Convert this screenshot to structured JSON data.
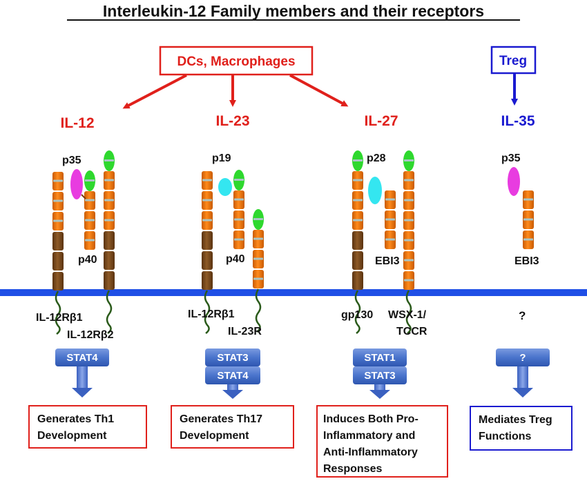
{
  "title": "Interleukin-12 Family members and their receptors",
  "sources": {
    "dc_macrophages": "DCs, Macrophages",
    "treg": "Treg"
  },
  "families": [
    {
      "name": "IL-12",
      "subunits": [
        "p35",
        "p40"
      ],
      "receptors": [
        "IL-12Rβ1",
        "IL-12Rβ2"
      ],
      "stats": [
        "STAT4"
      ],
      "outcome": [
        "Generates Th1",
        "Development"
      ]
    },
    {
      "name": "IL-23",
      "subunits": [
        "p19",
        "p40"
      ],
      "receptors": [
        "IL-12Rβ1",
        "IL-23R"
      ],
      "stats": [
        "STAT3",
        "STAT4"
      ],
      "outcome": [
        "Generates Th17",
        "Development"
      ]
    },
    {
      "name": "IL-27",
      "subunits": [
        "p28",
        "EBI3"
      ],
      "receptors": [
        "gp130",
        "WSX-1/",
        "TCCR"
      ],
      "stats": [
        "STAT1",
        "STAT3"
      ],
      "outcome": [
        "Induces Both Pro-",
        "Inflammatory and",
        "Anti-Inflammatory",
        "Responses"
      ]
    },
    {
      "name": "IL-35",
      "subunits": [
        "p35",
        "EBI3"
      ],
      "receptors": [
        "?"
      ],
      "stats": [
        "?"
      ],
      "outcome": [
        "Mediates Treg",
        "Functions"
      ]
    }
  ],
  "colors": {
    "red": "#e0201b",
    "blue": "#1a1ad0",
    "membrane": "#1f4fe6",
    "orange": "#f07a10",
    "brown": "#7a4a1e",
    "green": "#2ed82e",
    "magenta": "#e83ce0",
    "cyan": "#34e6f0",
    "stat": "#4a74cc"
  }
}
